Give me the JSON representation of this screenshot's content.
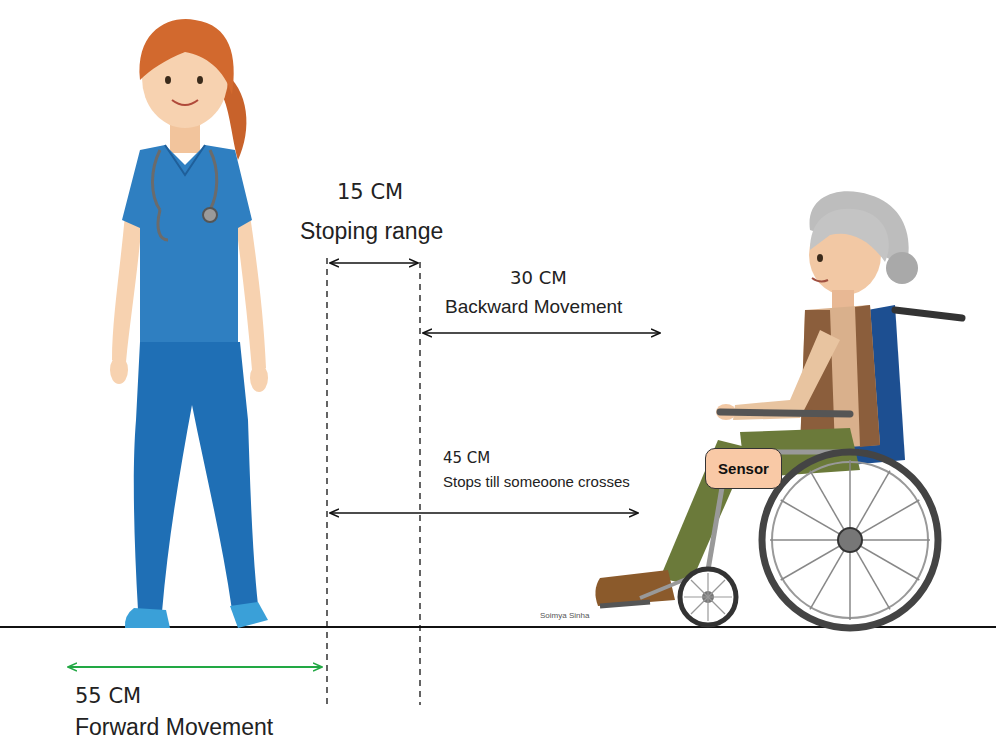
{
  "diagram": {
    "nodes": [
      {
        "text": [
          "Sensor"
        ]
      }
    ],
    "labels": [
      "15 CM",
      "Stoping range",
      "30 CM",
      "Backward Movement",
      "45 CM",
      "Stops till someoone crosses",
      "55 CM",
      "Forward Movement",
      "Soimya Sinha"
    ]
  }
}
